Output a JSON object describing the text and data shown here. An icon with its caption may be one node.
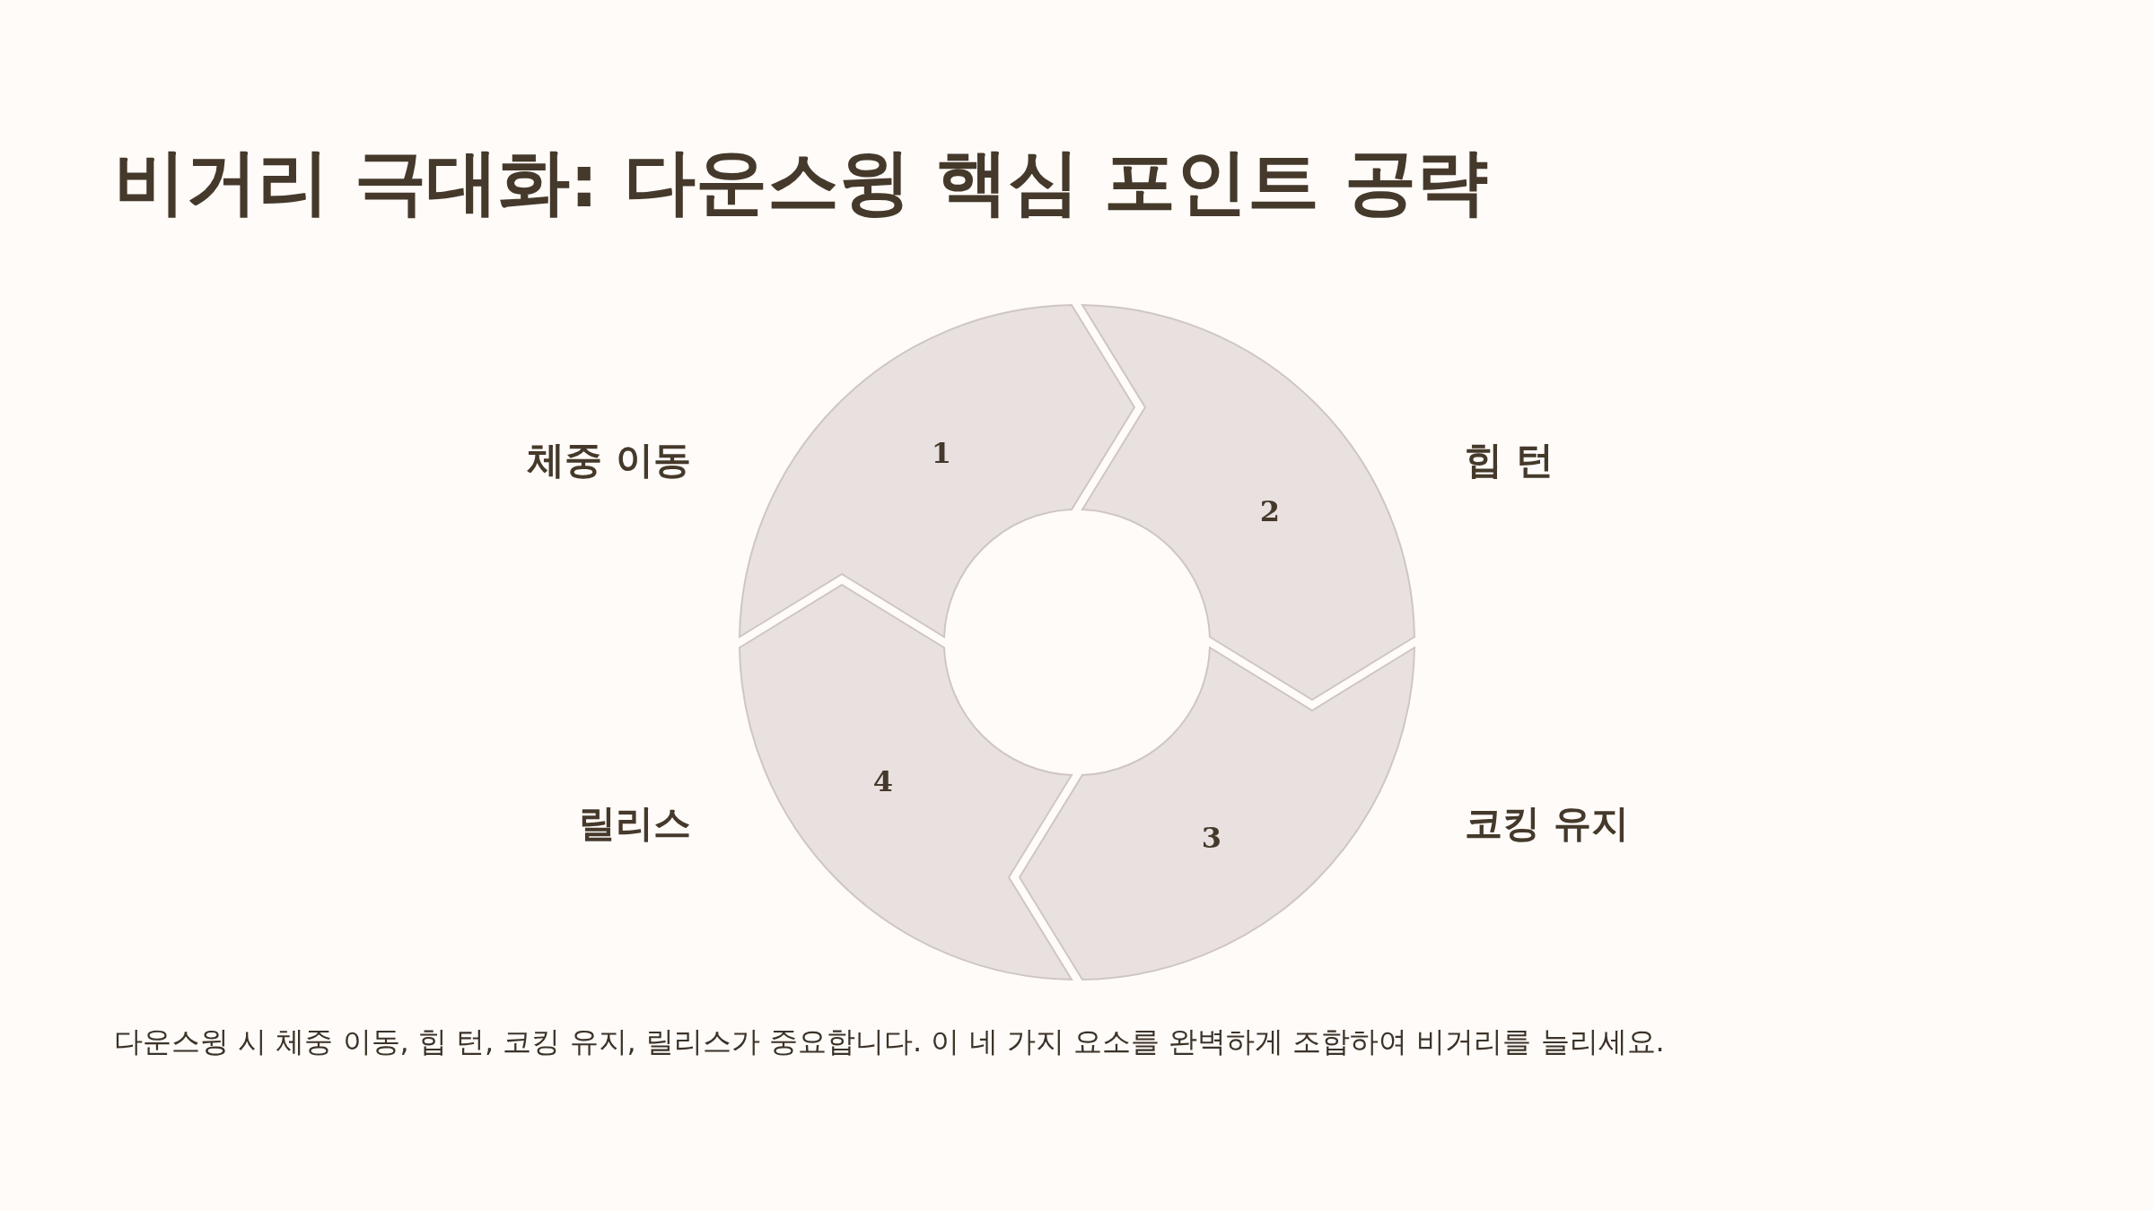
{
  "diagram": {
    "title": "비거리 극대화: 다운스윙 핵심 포인트 공략",
    "caption": "다운스윙 시 체중 이동, 힙 턴, 코킹 유지, 릴리스가 중요합니다. 이 네 가지 요소를 완벽하게 조합하여 비거리를 늘리세요.",
    "nodes": [
      {
        "text": [
          "1"
        ],
        "beside": [
          "체중 이동"
        ]
      },
      {
        "text": [
          "2"
        ],
        "beside": [
          "힙 턴"
        ]
      },
      {
        "text": [
          "3"
        ],
        "beside": [
          "코킹 유지"
        ]
      },
      {
        "text": [
          "4"
        ],
        "beside": [
          "릴리스"
        ]
      }
    ]
  }
}
